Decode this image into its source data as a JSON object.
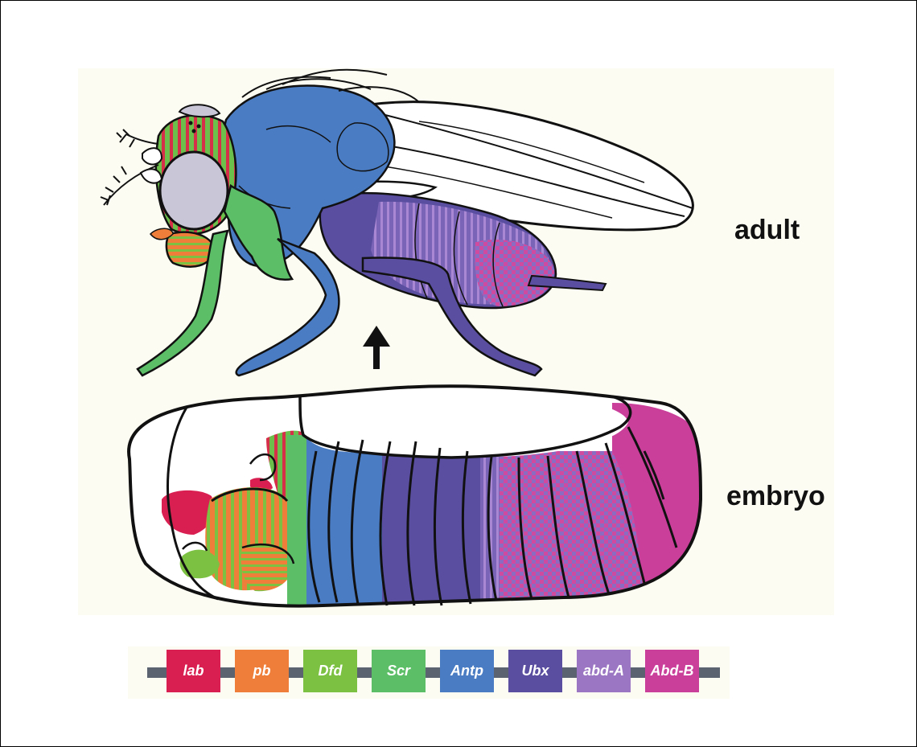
{
  "labels": {
    "adult": "adult",
    "embryo": "embryo"
  },
  "genes": [
    {
      "name": "lab",
      "color": "#d91f52"
    },
    {
      "name": "pb",
      "color": "#ef7e3a"
    },
    {
      "name": "Dfd",
      "color": "#7cc142"
    },
    {
      "name": "Scr",
      "color": "#5cbf68"
    },
    {
      "name": "Antp",
      "color": "#4a7cc4"
    },
    {
      "name": "Ubx",
      "color": "#5a4ea0"
    },
    {
      "name": "abd-A",
      "color": "#9b76c2"
    },
    {
      "name": "Abd-B",
      "color": "#c93f9a"
    }
  ]
}
